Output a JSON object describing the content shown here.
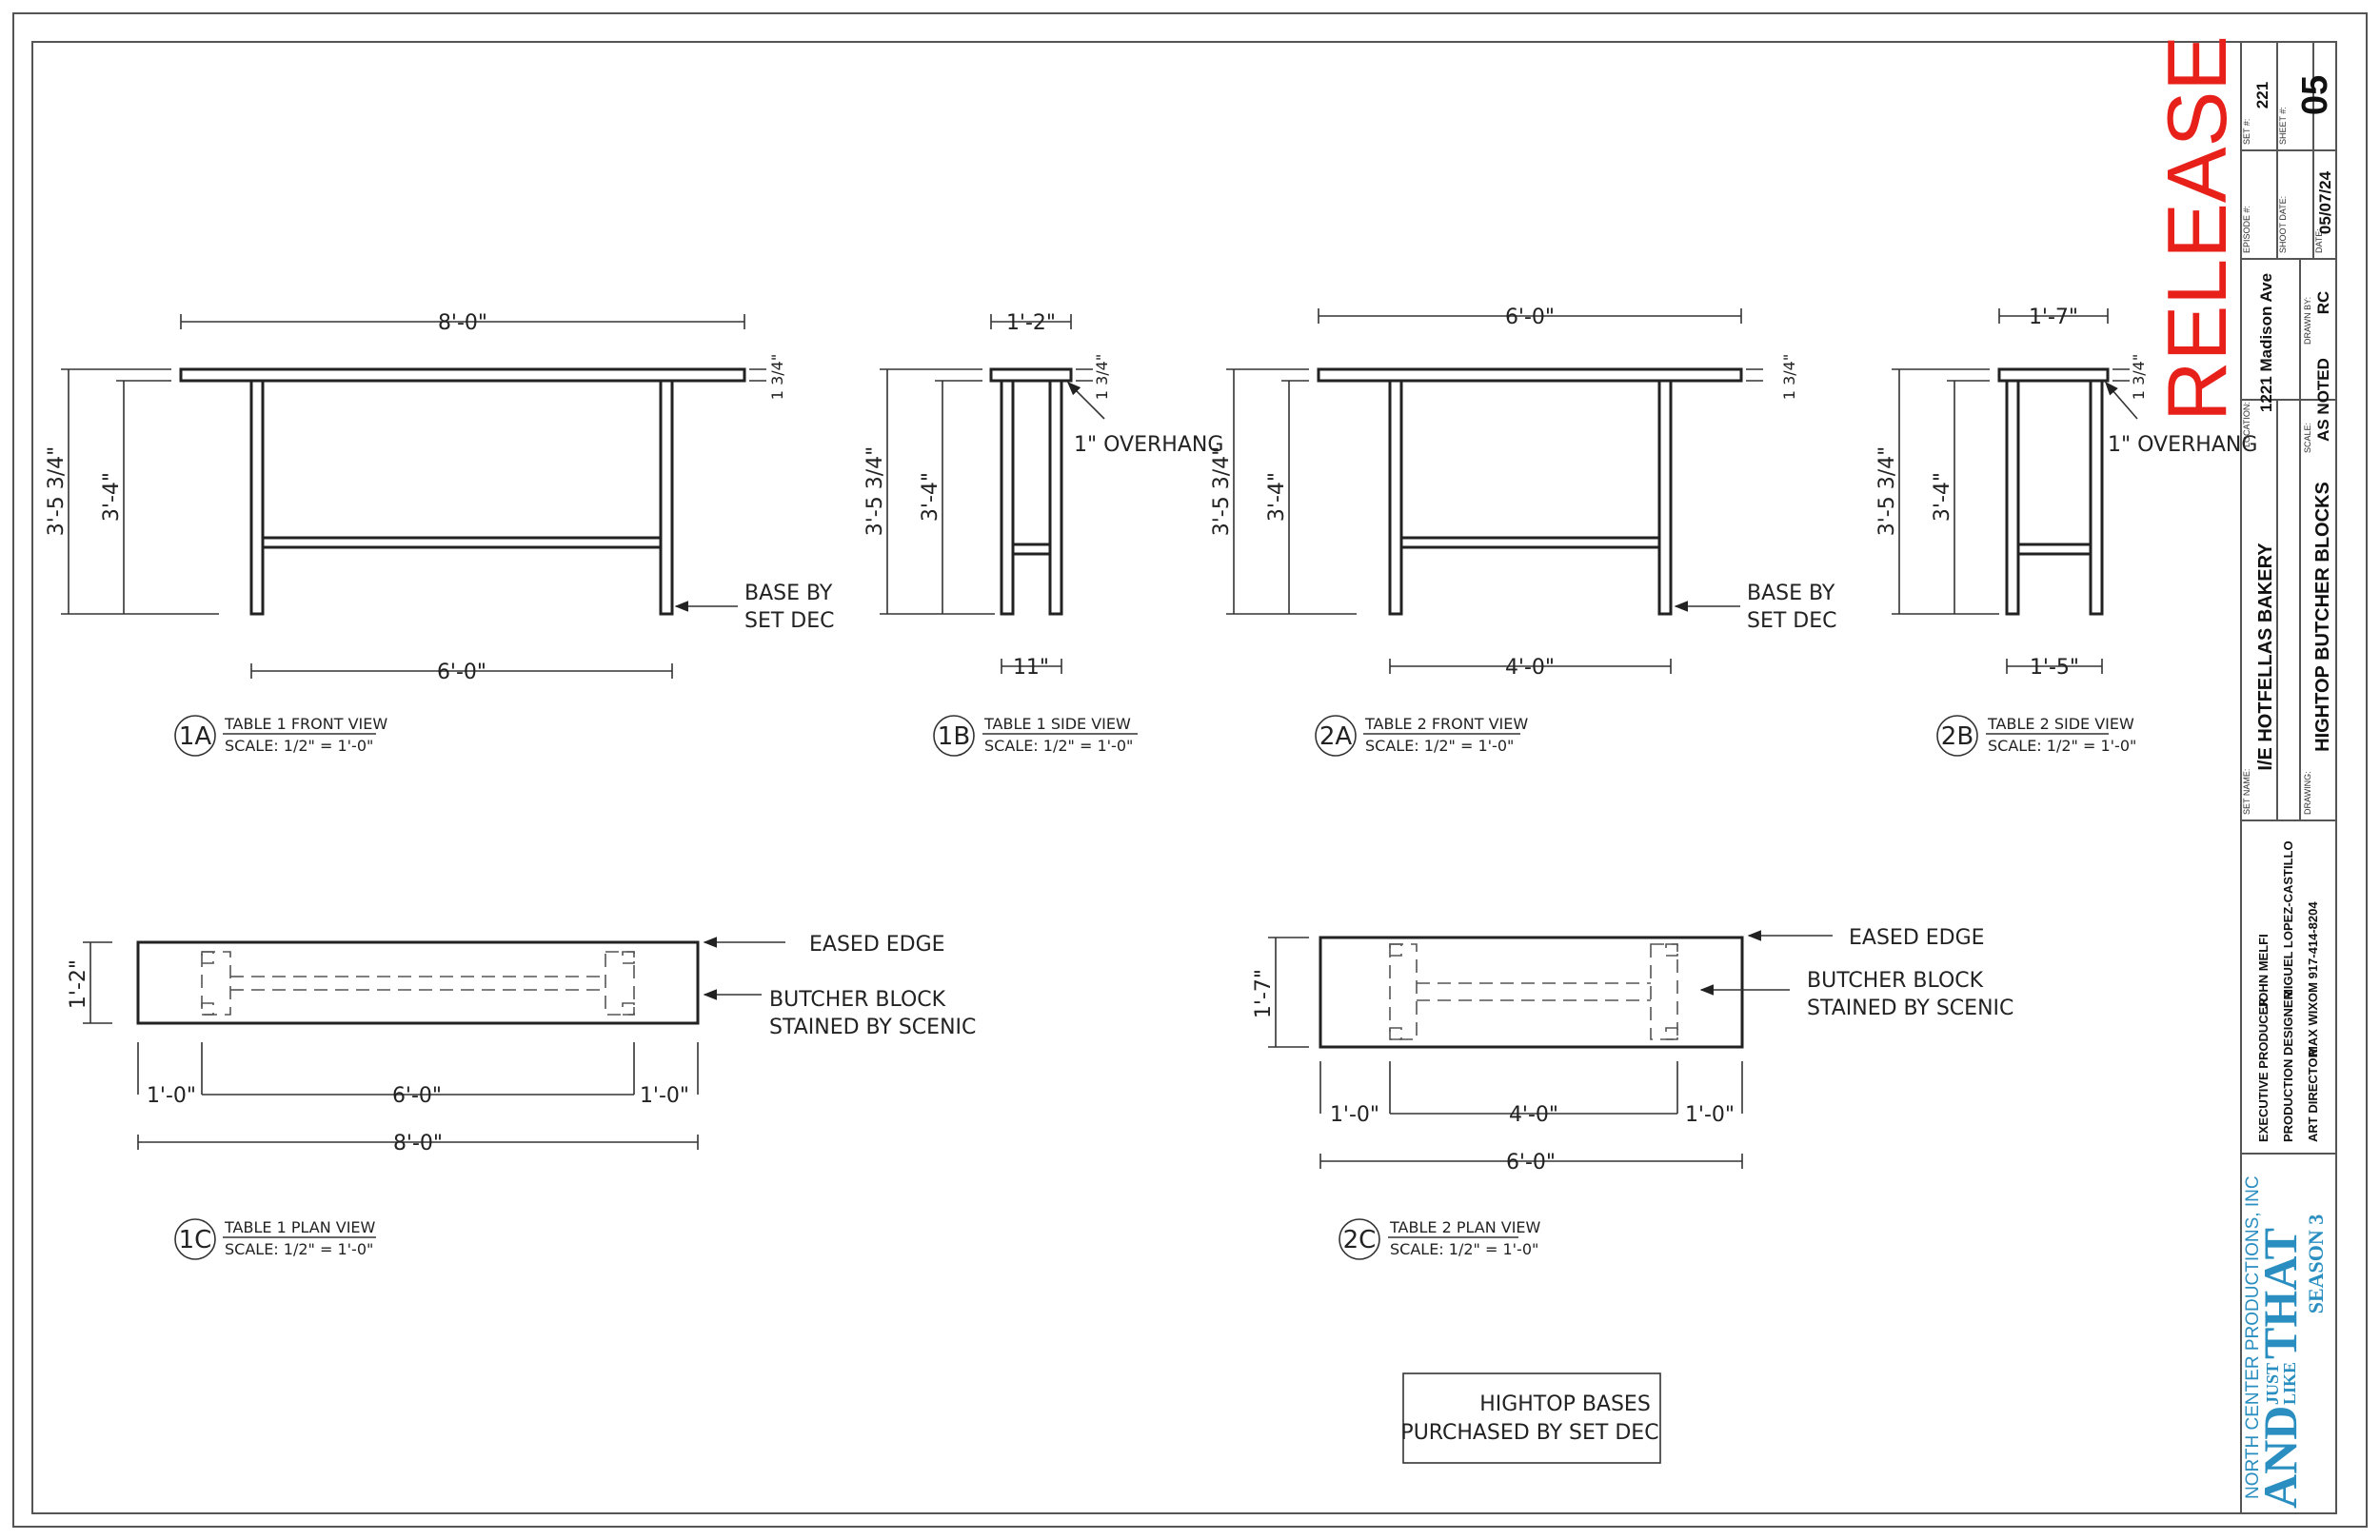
{
  "status_stamp": "RELEASE",
  "colors": {
    "stamp": "#e8201a",
    "logo": "#2a8fc0",
    "line": "#222222"
  },
  "views": {
    "v1a": {
      "id": "1A",
      "title": "TABLE 1 FRONT VIEW",
      "scale": "SCALE: 1/2\" = 1'-0\""
    },
    "v1b": {
      "id": "1B",
      "title": "TABLE 1 SIDE VIEW",
      "scale": "SCALE: 1/2\" = 1'-0\""
    },
    "v2a": {
      "id": "2A",
      "title": "TABLE 2 FRONT VIEW",
      "scale": "SCALE: 1/2\" = 1'-0\""
    },
    "v2b": {
      "id": "2B",
      "title": "TABLE 2 SIDE VIEW",
      "scale": "SCALE: 1/2\" = 1'-0\""
    },
    "v1c": {
      "id": "1C",
      "title": "TABLE 1 PLAN VIEW",
      "scale": "SCALE: 1/2\" = 1'-0\""
    },
    "v2c": {
      "id": "2C",
      "title": "TABLE 2 PLAN VIEW",
      "scale": "SCALE: 1/2\" = 1'-0\""
    }
  },
  "dimensions": {
    "t1_top_length": "8'-0\"",
    "t1_base_length": "6'-0\"",
    "t1_overall_height": "3'-5 3/4\"",
    "t1_base_height": "3'-4\"",
    "top_thickness": "1 3/4\"",
    "t1_side_depth": "1'-2\"",
    "t1_side_base": "11\"",
    "t2_top_length": "6'-0\"",
    "t2_base_length": "4'-0\"",
    "t2_side_depth": "1'-7\"",
    "t2_side_base": "1'-5\"",
    "t1_plan_depth": "1'-2\"",
    "t1_plan_left": "1'-0\"",
    "t1_plan_mid": "6'-0\"",
    "t1_plan_right": "1'-0\"",
    "t1_plan_overall": "8'-0\"",
    "t2_plan_depth": "1'-7\"",
    "t2_plan_left": "1'-0\"",
    "t2_plan_mid": "4'-0\"",
    "t2_plan_right": "1'-0\"",
    "t2_plan_overall": "6'-0\""
  },
  "notes": {
    "overhang": "1\" OVERHANG",
    "base_line1": "BASE BY",
    "base_line2": "SET DEC",
    "eased_edge": "EASED EDGE",
    "butcher_line1": "BUTCHER BLOCK",
    "butcher_line2": "STAINED BY SCENIC",
    "box_line1": "HIGHTOP BASES",
    "box_line2": "PURCHASED BY SET DEC"
  },
  "title_block": {
    "set_no_label": "SET #:",
    "set_no": "221",
    "sheet_no_label": "SHEET #:",
    "sheet_no": "05",
    "episode_label": "EPISODE #:",
    "episode": "",
    "shoot_date_label": "SHOOT DATE:",
    "shoot_date": "",
    "date_label": "DATE:",
    "date": "05/07/24",
    "location_label": "LOCATION:",
    "location": "1221 Madison Ave",
    "drawn_by_label": "DRAWN BY:",
    "drawn_by": "RC",
    "scale_label": "SCALE:",
    "scale": "AS NOTED",
    "set_name_label": "SET NAME:",
    "set_name": "I/E HOTFELLAS BAKERY",
    "drawing_label": "DRAWING:",
    "drawing": "HIGHTOP BUTCHER BLOCKS",
    "credits": [
      {
        "role": "EXECUTIVE PRODUCER",
        "name": "JOHN MELFI"
      },
      {
        "role": "PRODUCTION DESIGNER",
        "name": "MIGUEL LOPEZ-CASTILLO"
      },
      {
        "role": "ART DIRECTOR",
        "name": "MAX WIXOM 917-414-8204"
      }
    ]
  },
  "logo": {
    "company": "NORTH CENTER PRODUCTIONS, INC",
    "and": "AND",
    "just": "JUST",
    "like": "LIKE",
    "that": "THAT",
    "season": "SEASON 3"
  }
}
